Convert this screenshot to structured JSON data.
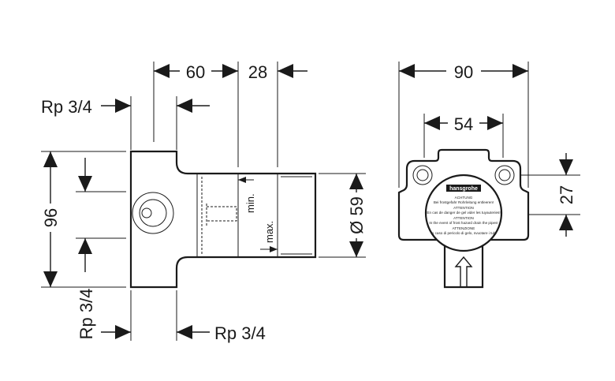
{
  "dimensions": {
    "d60": "60",
    "d28": "28",
    "rp_top": "Rp 3/4",
    "d96": "96",
    "rp_left": "Rp 3/4",
    "rp_bottom": "Rp 3/4",
    "min": "min.",
    "max": "max.",
    "dia59": "Ø 59",
    "d90": "90",
    "d54": "54",
    "d27": "27"
  },
  "label": {
    "brand": "hansgrohe",
    "lines": [
      "ACHTUNG",
      "Bei frostgefahr Rohrleitung entleeren!",
      "ATTENTION",
      "En cas de danger de gel vider les tuyauteries!",
      "ATTENTION",
      "In the event of frost hazard drain the pipes!",
      "ATTENZIONE",
      "In caso di pericolo di gelo, svuotare i tubi"
    ]
  },
  "colors": {
    "line": "#1a1a1a",
    "background": "#ffffff"
  }
}
